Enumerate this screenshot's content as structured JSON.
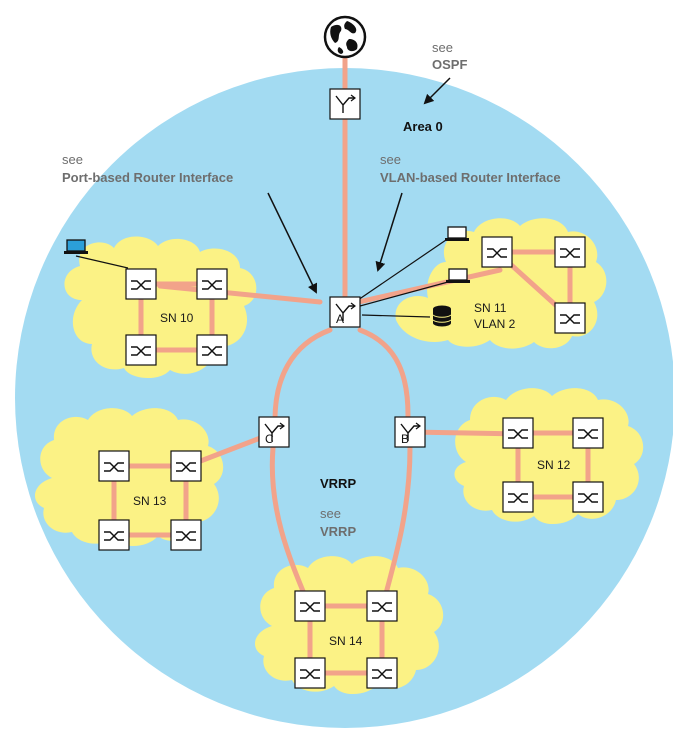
{
  "colors": {
    "area_fill": "#a3dbf2",
    "cloud_fill": "#fbf285",
    "link": "#f2a38a",
    "device_fill": "#ffffff",
    "device_stroke": "#111111",
    "laptop_screen": "#2b9fd8"
  },
  "labels": {
    "see_ospf": "see",
    "ospf": "OSPF",
    "area0": "Area 0",
    "see_port": "see",
    "port_based": "Port-based Router Interface",
    "see_vlan": "see",
    "vlan_based": "VLAN-based Router Interface",
    "vrrp_main": "VRRP",
    "see_vrrp": "see",
    "vrrp_ref": "VRRP"
  },
  "subnets": {
    "sn10": "SN 10",
    "sn11": "SN 11",
    "vlan2": "VLAN 2",
    "sn12": "SN 12",
    "sn13": "SN 13",
    "sn14": "SN 14"
  },
  "routers": {
    "a": "A",
    "b": "B",
    "c": "C"
  },
  "icons": {
    "internet": "globe-icon",
    "router": "router-icon",
    "switch": "switch-icon",
    "laptop": "laptop-icon",
    "server": "database-icon"
  }
}
